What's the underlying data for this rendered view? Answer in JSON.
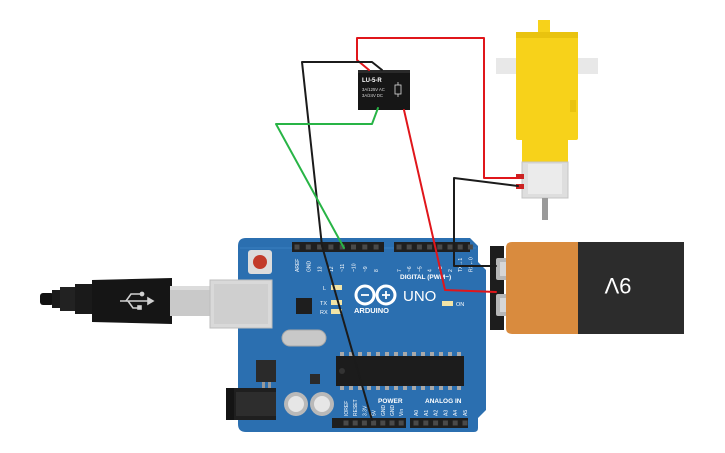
{
  "relay": {
    "model": "LU-5-R",
    "rating_ac": "3A/125V AC",
    "rating_dc": "3A/24V DC"
  },
  "battery": {
    "label": "9V"
  },
  "arduino": {
    "brand": "ARDUINO",
    "model": "UNO",
    "digital_header": "DIGITAL (PWM~)",
    "power_header": "POWER",
    "analog_header": "ANALOG IN",
    "on_label": "ON",
    "led_l": "L",
    "led_tx": "TX",
    "led_rx": "RX",
    "aref": "AREF",
    "gnd": "GND",
    "digital_pins": [
      "13",
      "12",
      "~11",
      "~10",
      "~9",
      "8",
      "7",
      "~6",
      "~5",
      "4",
      "~3",
      "2",
      "TX→1",
      "RX←0"
    ],
    "power_pins": [
      "IOREF",
      "RESET",
      "3.3V",
      "5V",
      "GND",
      "GND",
      "Vin"
    ],
    "analog_pins": [
      "A0",
      "A1",
      "A2",
      "A3",
      "A4",
      "A5"
    ]
  },
  "colors": {
    "wire_red": "#e0161b",
    "wire_black": "#1b1b1b",
    "wire_green": "#28b446",
    "board": "#2b6fb0",
    "battery_orange": "#d98b3e",
    "battery_dark": "#2c2c2c",
    "motor_yellow": "#f7d21a"
  }
}
